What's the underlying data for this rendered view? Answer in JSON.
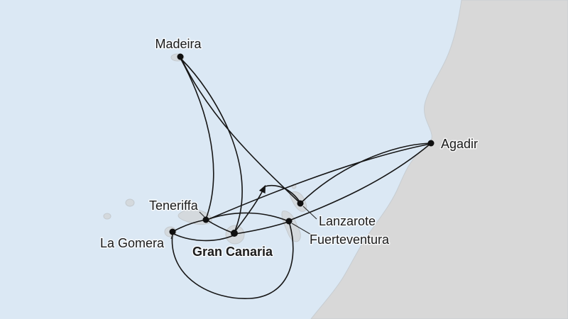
{
  "map": {
    "colors": {
      "sea": "#dbe8f4",
      "land": "#d8d8d8",
      "route": "#161616",
      "text": "#1c1c1c"
    },
    "ports": [
      {
        "label": "Madeira"
      },
      {
        "label": "Agadir"
      },
      {
        "label": "Teneriffa"
      },
      {
        "label": "La Gomera"
      },
      {
        "label": "Gran Canaria"
      },
      {
        "label": "Lanzarote"
      },
      {
        "label": "Fuerteventura"
      }
    ]
  }
}
